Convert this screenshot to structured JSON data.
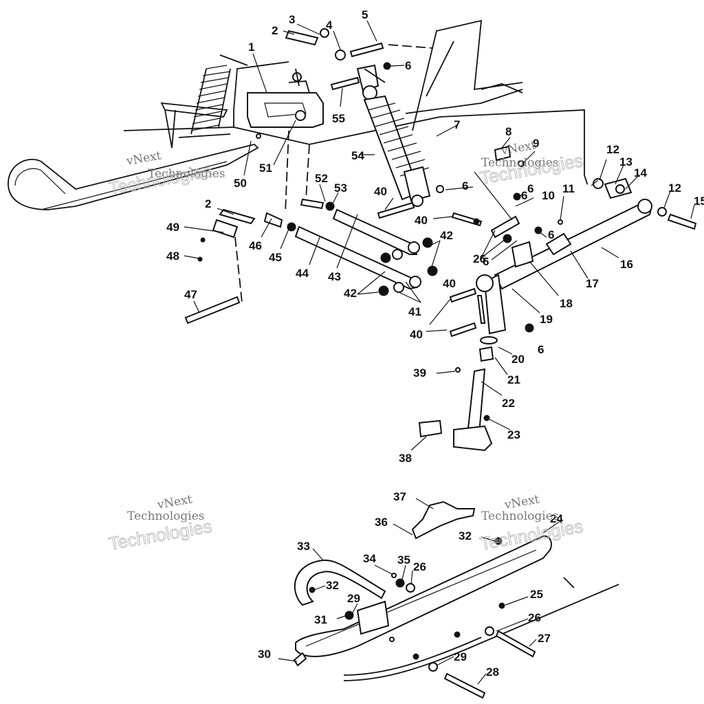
{
  "watermarks": [
    {
      "line1": "vNext",
      "line2": "Technologies"
    },
    {
      "line1": "vNext",
      "line2": "Technologies"
    },
    {
      "line1": "vNext",
      "line2": "Technologies"
    },
    {
      "line1": "vNext",
      "line2": "Technologies"
    }
  ],
  "callouts": [
    "1",
    "2",
    "3",
    "4",
    "5",
    "6",
    "6",
    "6",
    "6",
    "6",
    "6",
    "6",
    "7",
    "8",
    "9",
    "10",
    "11",
    "12",
    "12",
    "13",
    "14",
    "15",
    "16",
    "17",
    "18",
    "19",
    "20",
    "21",
    "22",
    "23",
    "2",
    "24",
    "25",
    "26",
    "26",
    "26",
    "27",
    "28",
    "29",
    "29",
    "30",
    "31",
    "32",
    "32",
    "33",
    "34",
    "35",
    "36",
    "37",
    "38",
    "39",
    "40",
    "40",
    "40",
    "40",
    "41",
    "42",
    "42",
    "43",
    "44",
    "45",
    "46",
    "47",
    "48",
    "49",
    "50",
    "51",
    "52",
    "53",
    "54",
    "55"
  ]
}
